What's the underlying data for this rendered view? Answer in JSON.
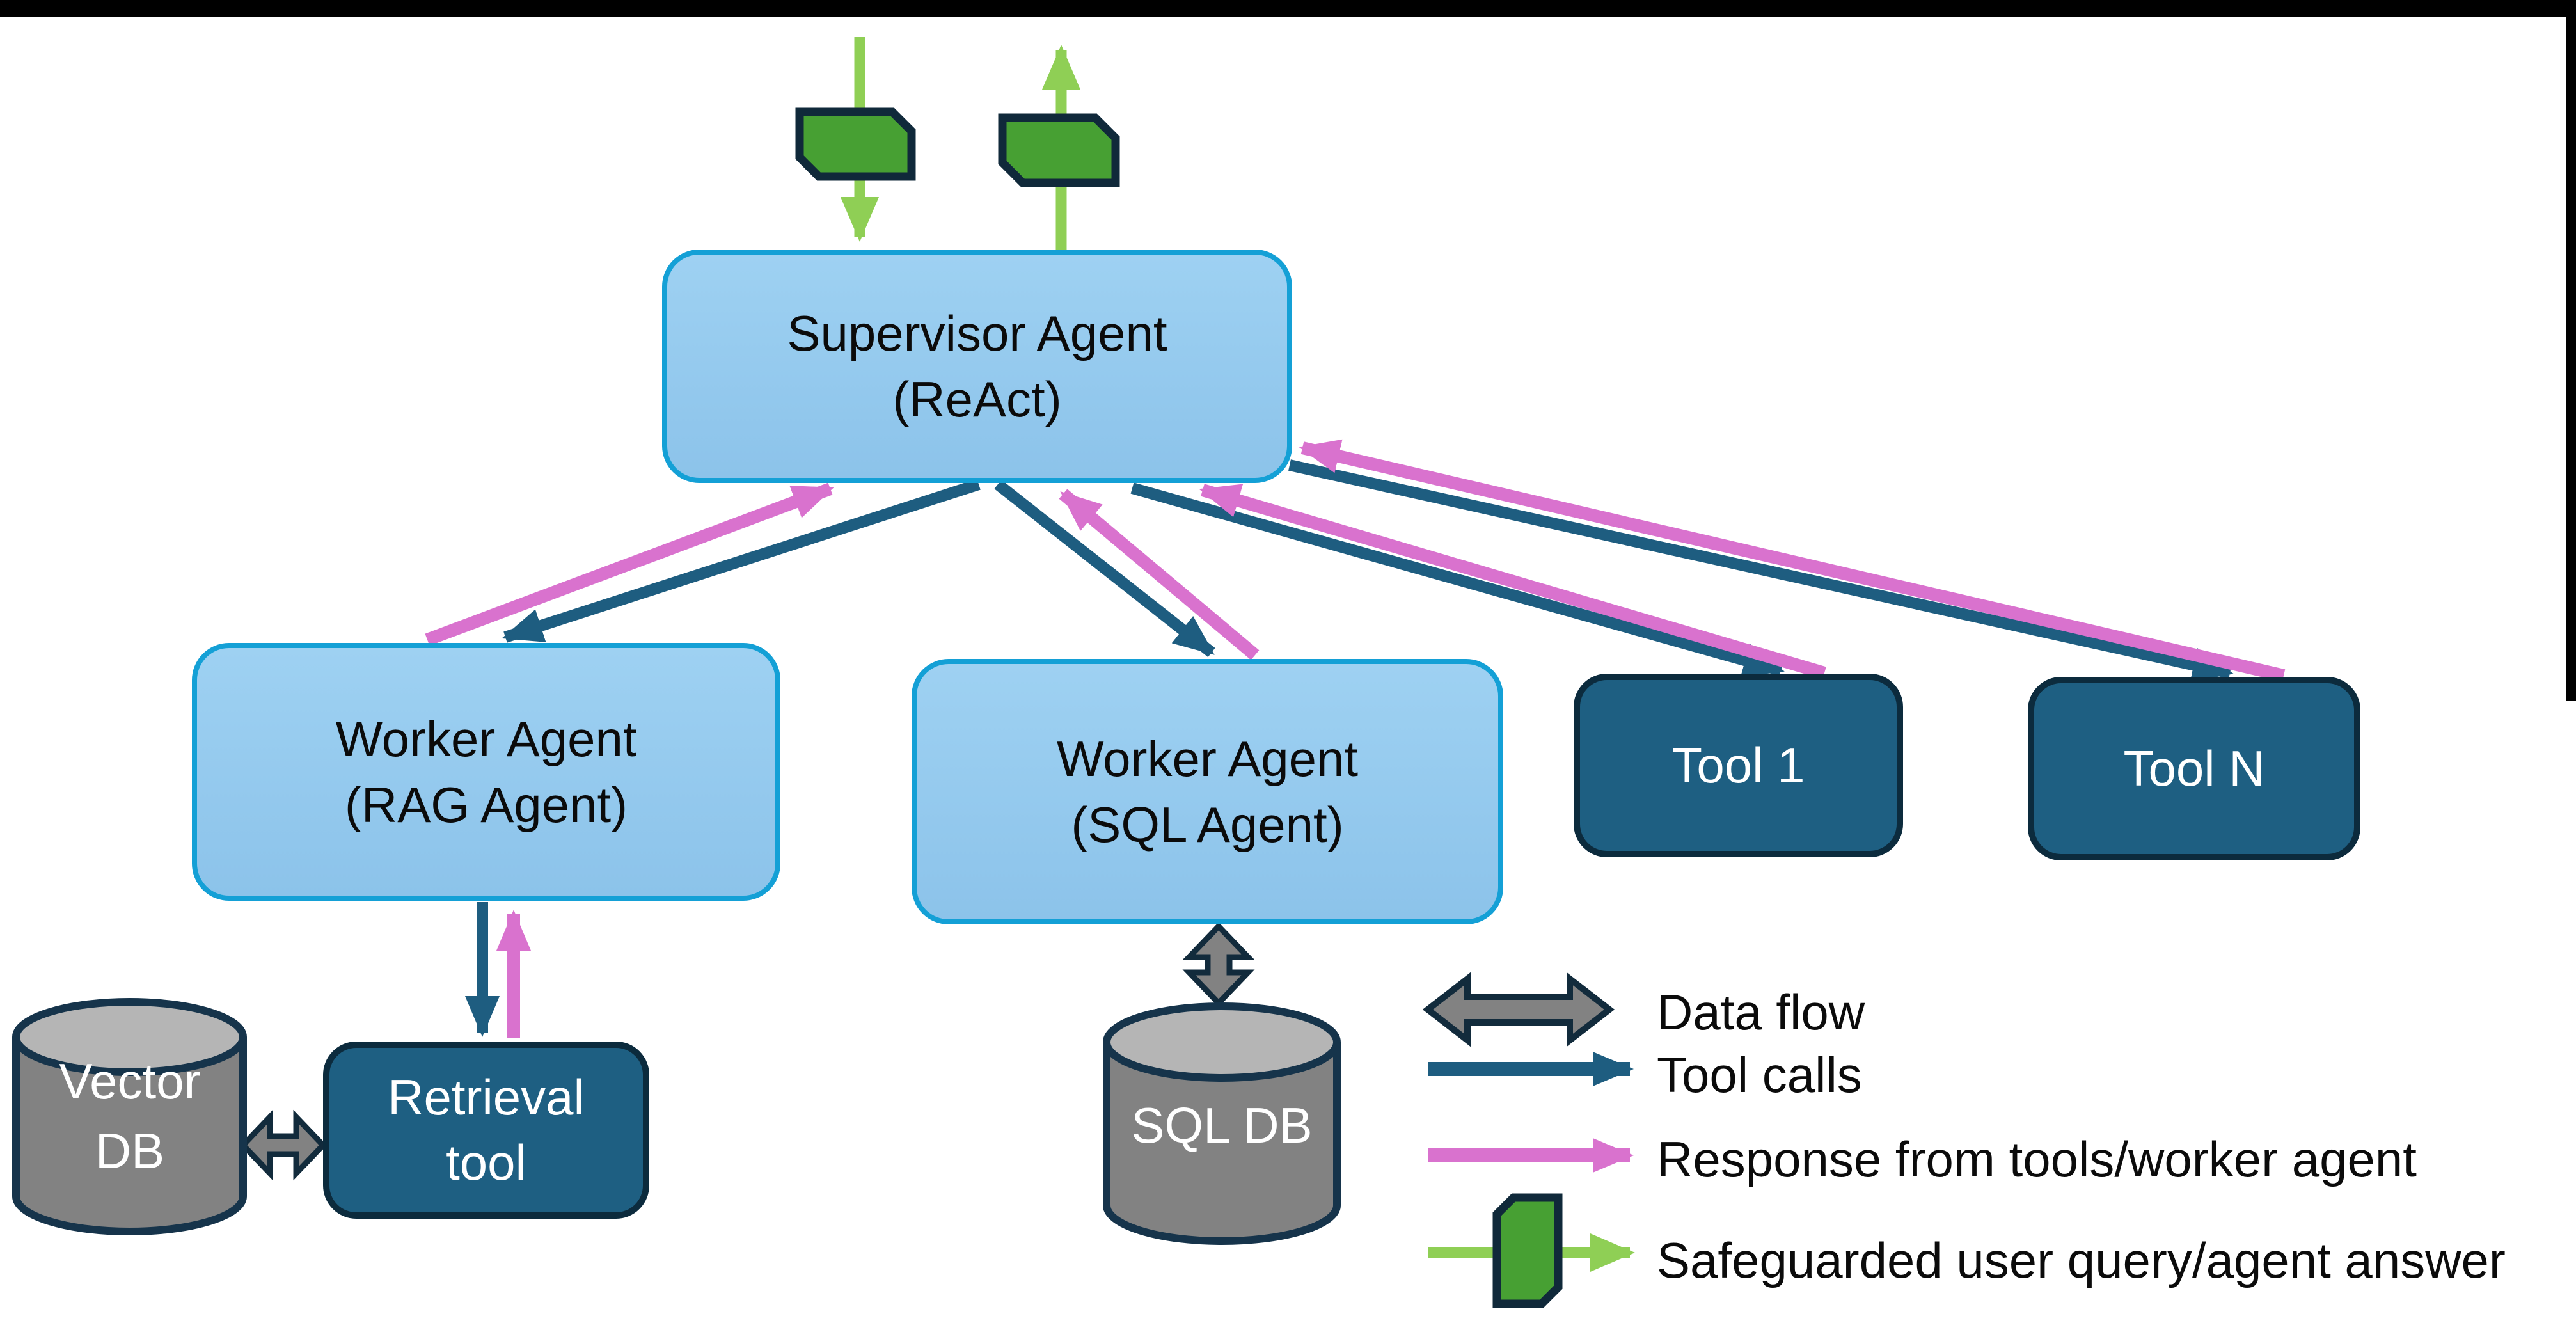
{
  "title": "Multi-agent supervisor architecture diagram",
  "nodes": {
    "supervisor": {
      "line1": "Supervisor Agent",
      "line2": "(ReAct)"
    },
    "worker_rag": {
      "line1": "Worker Agent",
      "line2": "(RAG Agent)"
    },
    "worker_sql": {
      "line1": "Worker Agent",
      "line2": "(SQL Agent)"
    },
    "tool_1": {
      "label": "Tool 1"
    },
    "tool_n": {
      "label": "Tool N"
    },
    "retrieval_tool": {
      "line1": "Retrieval",
      "line2": "tool"
    },
    "vector_db": {
      "line1": "Vector",
      "line2": "DB"
    },
    "sql_db": {
      "label": "SQL DB"
    }
  },
  "legend": {
    "items": [
      {
        "icon": "gray-double-arrow-icon",
        "label": "Data flow"
      },
      {
        "icon": "teal-arrow-icon",
        "label": "Tool calls"
      },
      {
        "icon": "pink-arrow-icon",
        "label": "Response from tools/worker agent"
      },
      {
        "icon": "green-guarded-arrow-icon",
        "label": "Safeguarded user query/agent answer"
      }
    ]
  },
  "palette": {
    "agent_box_fill_top": "#9ED1F2",
    "agent_box_fill_bottom": "#8CC3EA",
    "agent_box_border": "#14A0D6",
    "tool_box_fill": "#1E5F82",
    "tool_box_border": "#0C2B3D",
    "tool_call_arrow": "#1E5D80",
    "response_arrow": "#D972CE",
    "safeguard_arrow": "#8FCF55",
    "guardrail_fill": "#47A033",
    "guardrail_border": "#10293A",
    "data_flow_fill": "#828282",
    "data_flow_border": "#122B3C",
    "cylinder_body": "#828282",
    "cylinder_top": "#B5B5B5",
    "cylinder_border": "#16344B",
    "frame_bar": "#000000",
    "text_dark": "#0b0b0b",
    "text_light": "#ffffff"
  }
}
